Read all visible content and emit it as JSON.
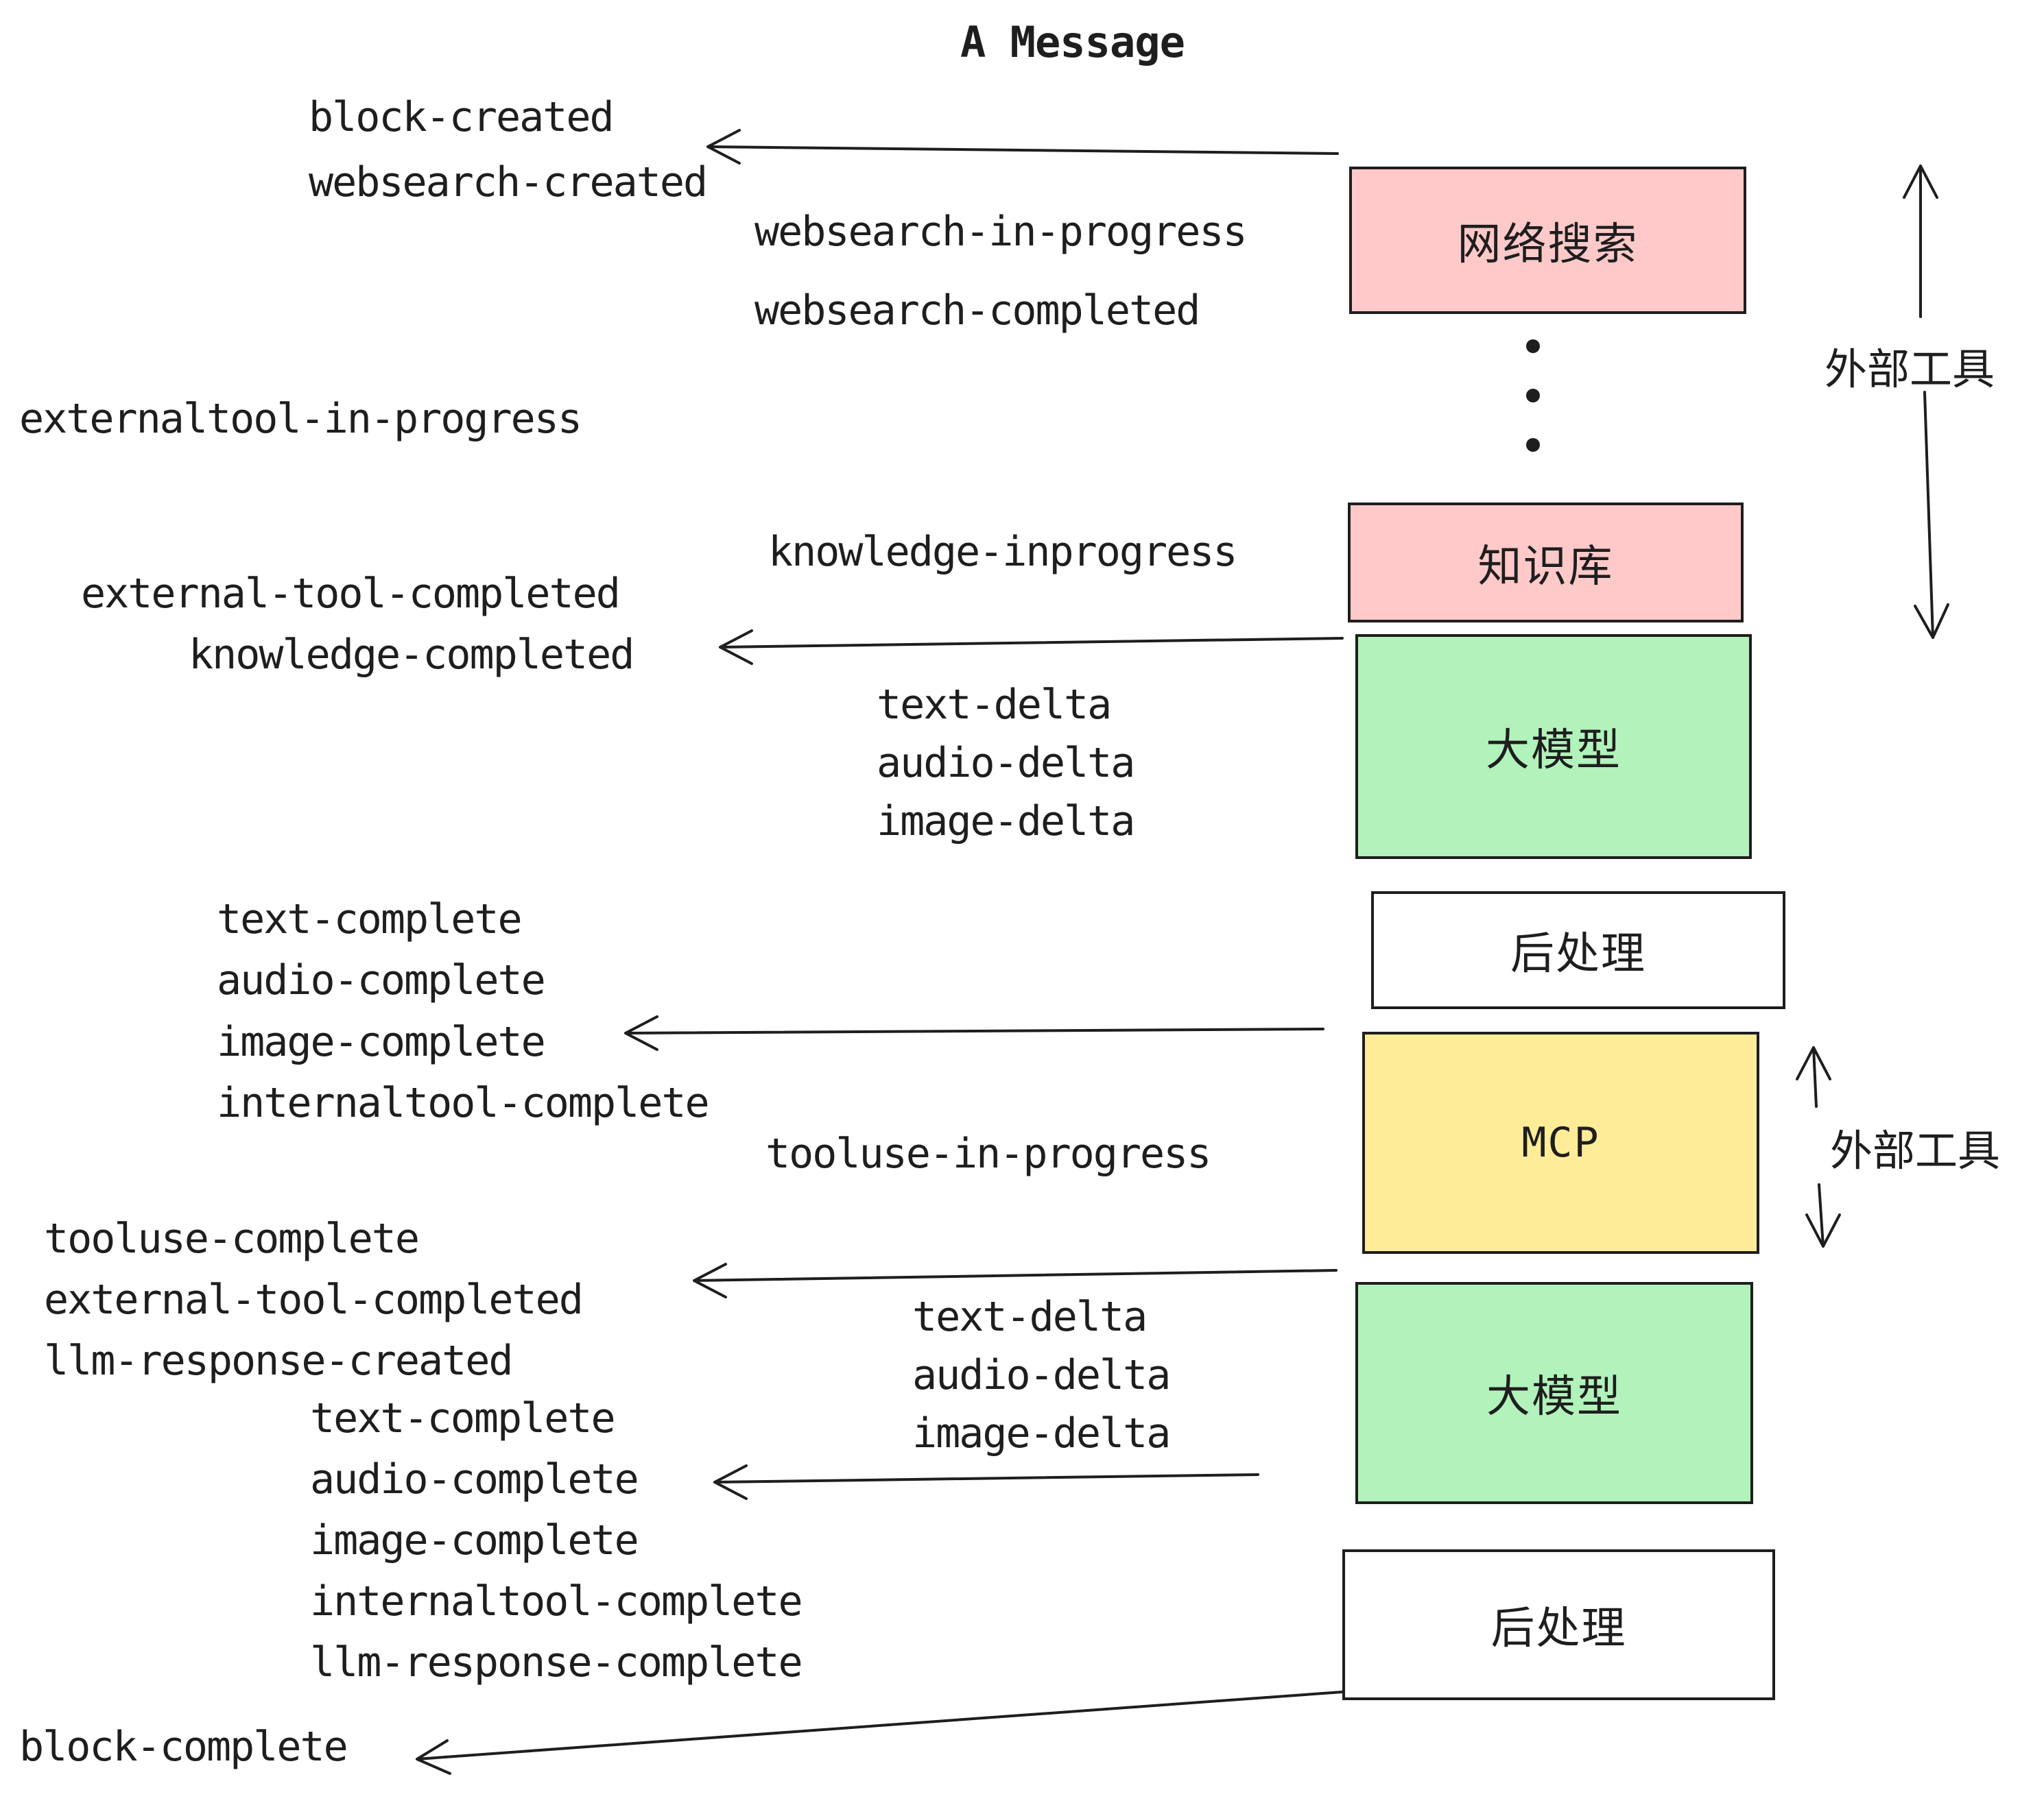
{
  "title": "A Message",
  "events": {
    "block_created": "block-created",
    "websearch_created": "websearch-created",
    "websearch_in_progress": "websearch-in-progress",
    "websearch_completed": "websearch-completed",
    "externaltool_in_progress": "externaltool-in-progress",
    "knowledge_inprogress": "knowledge-inprogress",
    "external_tool_completed": "external-tool-completed",
    "knowledge_completed": "knowledge-completed",
    "text_delta": "text-delta",
    "audio_delta": "audio-delta",
    "image_delta": "image-delta",
    "text_complete": "text-complete",
    "audio_complete": "audio-complete",
    "image_complete": "image-complete",
    "internaltool_complete": "internaltool-complete",
    "tooluse_in_progress": "tooluse-in-progress",
    "tooluse_complete": "tooluse-complete",
    "llm_response_created": "llm-response-created",
    "llm_response_complete": "llm-response-complete",
    "block_complete": "block-complete"
  },
  "boxes": {
    "websearch": {
      "label": "网络搜索",
      "color": "#ffc9c9",
      "border": "#1e1e1e"
    },
    "knowledge": {
      "label": "知识库",
      "color": "#ffc9c9",
      "border": "#1e1e1e"
    },
    "llm_top": {
      "label": "大模型",
      "color": "#b2f2bb",
      "border": "#1e1e1e"
    },
    "post_top": {
      "label": "后处理",
      "color": "#ffffff",
      "border": "#1e1e1e"
    },
    "mcp": {
      "label": "MCP",
      "color": "#ffec99",
      "border": "#1e1e1e"
    },
    "llm_bottom": {
      "label": "大模型",
      "color": "#b2f2bb",
      "border": "#1e1e1e"
    },
    "post_bottom": {
      "label": "后处理",
      "color": "#ffffff",
      "border": "#1e1e1e"
    }
  },
  "annotations": {
    "external_tools_top": "外部工具",
    "external_tools_bottom": "外部工具"
  },
  "colors": {
    "ink": "#1e1e1e",
    "background": "#ffffff",
    "box_pink": "#ffc9c9",
    "box_green": "#b2f2bb",
    "box_yellow": "#ffec99",
    "box_white": "#ffffff"
  }
}
